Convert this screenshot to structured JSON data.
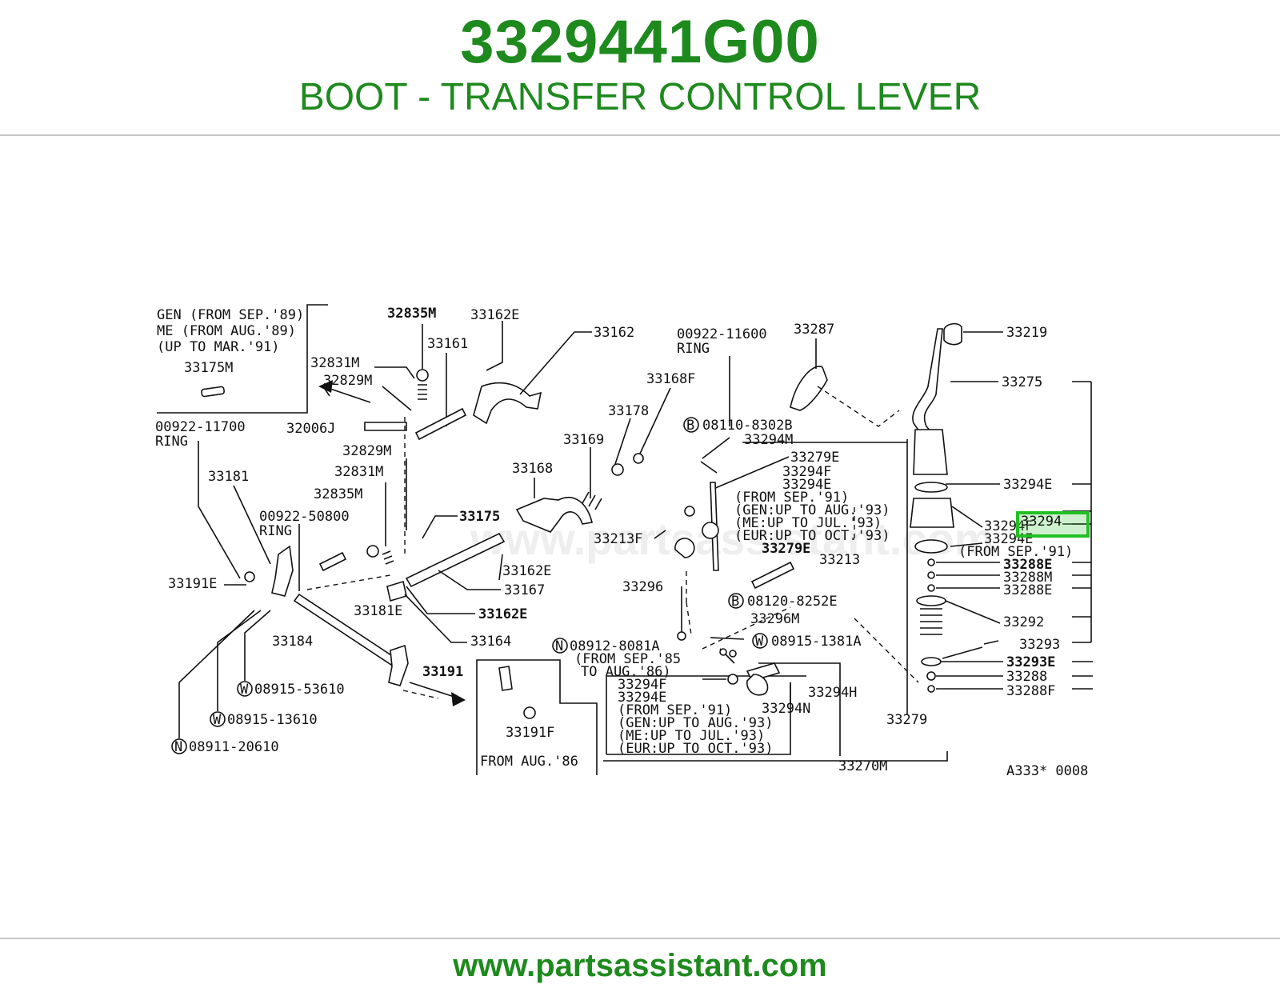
{
  "header": {
    "part_number": "3329441G00",
    "description": "BOOT - TRANSFER CONTROL LEVER"
  },
  "diagram": {
    "watermark": "www.partsassistant.com",
    "highlighted_part": "33294",
    "code": "A333* 0008",
    "notes": {
      "top_left": [
        "GEN (FROM SEP.'89)",
        "ME (FROM AUG.'89)",
        "(UP TO MAR.'91)"
      ],
      "from_aug_86": "FROM AUG.'86",
      "from_sep_91_a": [
        "(FROM SEP.'91)",
        "(GEN:UP TO AUG.'93)",
        "(ME:UP TO JUL.'93)",
        "(EUR:UP TO OCT.'93)"
      ],
      "from_sep_91_b": [
        "(FROM SEP.'91)",
        "(GEN:UP TO AUG.'93)",
        "(ME:UP TO JUL.'93)",
        "(EUR:UP TO OCT.'93)"
      ],
      "from_sep_85": [
        "(FROM SEP.'85",
        "TO AUG.'86)"
      ],
      "from_sep_91_c": "(FROM SEP.'91)"
    },
    "labels": {
      "l33175M": "33175M",
      "l32835M_a": "32835M",
      "l33162E_a": "33162E",
      "l33161": "33161",
      "l33162": "33162",
      "l32831M_a": "32831M",
      "l32829M_a": "32829M",
      "l32006J": "32006J",
      "l00922_11700": "00922-11700",
      "ring_a": "RING",
      "l32829M_b": "32829M",
      "l32831M_b": "32831M",
      "l33181": "33181",
      "l32835M_b": "32835M",
      "l00922_50800": "00922-50800",
      "ring_b": "RING",
      "l33191E": "33191E",
      "l33181E": "33181E",
      "l33184": "33184",
      "l33191": "33191",
      "w08915_53610": "08915-53610",
      "w08915_13610": "08915-13610",
      "n08911_20610": "08911-20610",
      "l33175": "33175",
      "l33162E_b": "33162E",
      "l33167": "33167",
      "l33162E_c": "33162E",
      "l33164": "33164",
      "l33168": "33168",
      "l33169": "33169",
      "l33178": "33178",
      "l33168F": "33168F",
      "l00922_11600": "00922-11600",
      "ring_c": "RING",
      "l33287": "33287",
      "b08110_8302B": "08110-8302B",
      "l33294M": "33294M",
      "l33279E_a": "33279E",
      "l33294F_a": "33294F",
      "l33294E_a": "33294E",
      "l33213F": "33213F",
      "l33279E_b": "33279E",
      "l33213": "33213",
      "b08120_8252E": "08120-8252E",
      "l33296": "33296",
      "l33296M": "33296M",
      "w08915_1381A": "08915-1381A",
      "n08912_8081A": "08912-8081A",
      "l33191F": "33191F",
      "l33294F_b": "33294F",
      "l33294E_b": "33294E",
      "l33294H": "33294H",
      "l33294N": "33294N",
      "l33279": "33279",
      "l33270M": "33270M",
      "l33219": "33219",
      "l33275": "33275",
      "l33294E_c": "33294E",
      "l33294F_c": "33294F",
      "l33294E_d": "33294E",
      "l33288E_a": "33288E",
      "l33288M": "33288M",
      "l33288E_b": "33288E",
      "l33292": "33292",
      "l33293": "33293",
      "l33293E": "33293E",
      "l33288": "33288",
      "l33288F": "33288F"
    },
    "circle_letters": {
      "b": "B",
      "w": "W",
      "n": "N"
    }
  },
  "footer": {
    "url": "www.partsassistant.com"
  }
}
